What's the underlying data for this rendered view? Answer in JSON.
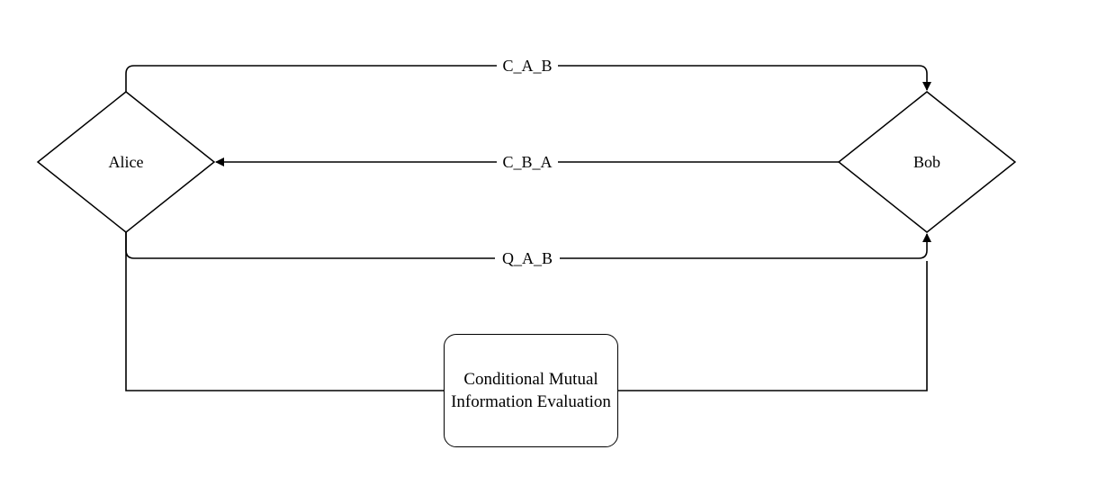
{
  "nodes": {
    "alice": {
      "label": "Alice",
      "shape": "diamond"
    },
    "bob": {
      "label": "Bob",
      "shape": "diamond"
    },
    "evaluation": {
      "label": "Conditional Mutual Information Evaluation",
      "shape": "rounded-rectangle"
    }
  },
  "edges": {
    "c_a_b": {
      "label": "C_A_B",
      "from": "Alice",
      "to": "Bob"
    },
    "c_b_a": {
      "label": "C_B_A",
      "from": "Bob",
      "to": "Alice"
    },
    "q_a_b": {
      "label": "Q_A_B",
      "from": "Alice",
      "to": "Bob"
    },
    "evaluation_link": {
      "label": "",
      "from": "Alice",
      "to": "Bob",
      "via": "Conditional Mutual Information Evaluation"
    }
  },
  "colors": {
    "stroke": "#000000",
    "background": "#ffffff"
  }
}
